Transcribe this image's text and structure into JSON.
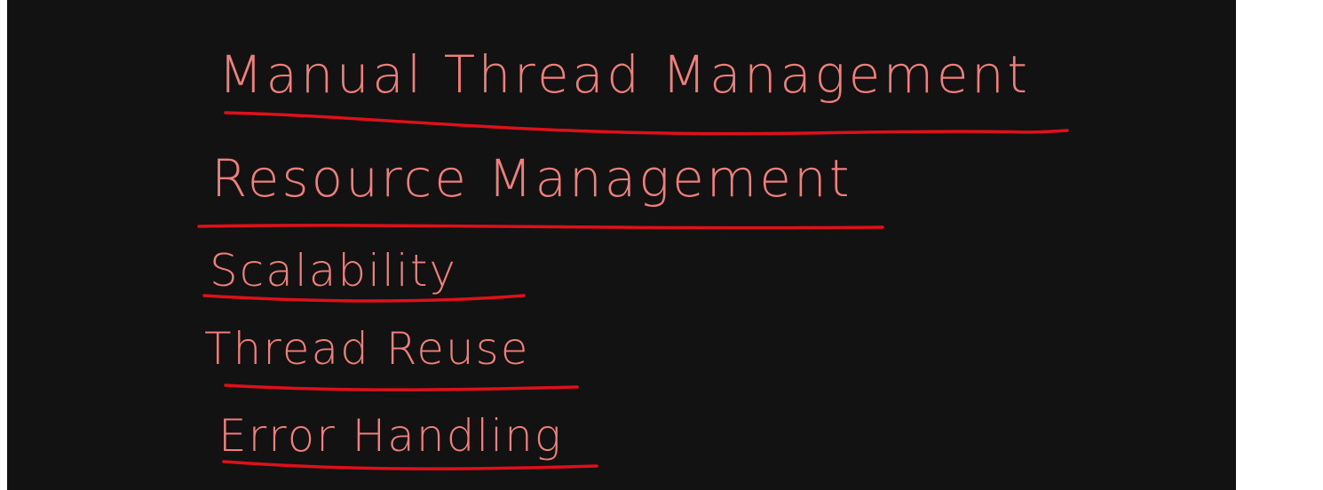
{
  "colors": {
    "background": "#121212",
    "page_margin": "#ffffff",
    "text": "#f07f7b",
    "underline": "#e0101a"
  },
  "items": [
    {
      "label": "Manual Thread Management"
    },
    {
      "label": "Resource Management"
    },
    {
      "label": "Scalability"
    },
    {
      "label": "Thread Reuse"
    },
    {
      "label": "Error Handling"
    }
  ]
}
